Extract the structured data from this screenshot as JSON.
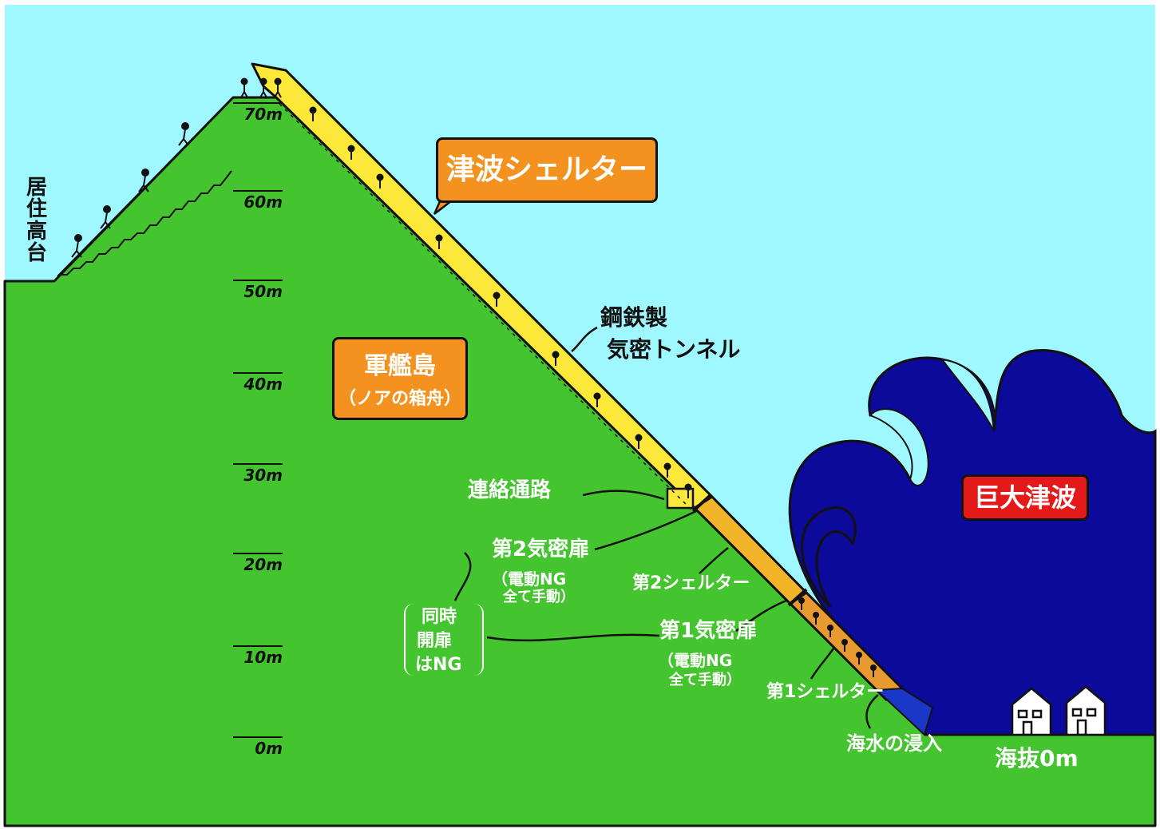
{
  "labels": {
    "residential_highland": "居住高台",
    "tsunami_shelter": "津波シェルター",
    "gunkanjima": "軍艦島",
    "noah_ark": "（ノアの箱舟）",
    "steel_tunnel_line1": "鋼鉄製",
    "steel_tunnel_line2": "気密トンネル",
    "connecting_passage": "連絡通路",
    "door2_title": "第2気密扉",
    "door2_note1": "（電動NG",
    "door2_note2": "全て手動）",
    "simultaneous_line1": "同時",
    "simultaneous_line2": "開扉",
    "simultaneous_line3": "はNG",
    "shelter2": "第2シェルター",
    "door1_title": "第1気密扉",
    "door1_note1": "（電動NG",
    "door1_note2": "全て手動）",
    "shelter1": "第1シェルター",
    "seawater_intrusion": "海水の浸入",
    "giant_tsunami": "巨大津波",
    "sea_level": "海抜0m"
  },
  "scale": {
    "ticks": [
      "70m",
      "60m",
      "50m",
      "40m",
      "30m",
      "20m",
      "10m",
      "0m"
    ]
  },
  "colors": {
    "sky": "#9ff7ff",
    "ground": "#44c42e",
    "tunnel": "#fbe839",
    "shelter": "#f2b52a",
    "wave": "#0c0a9a",
    "shelter_label_bg": "#f4921f",
    "tsunami_label_bg": "#e41a1a"
  }
}
